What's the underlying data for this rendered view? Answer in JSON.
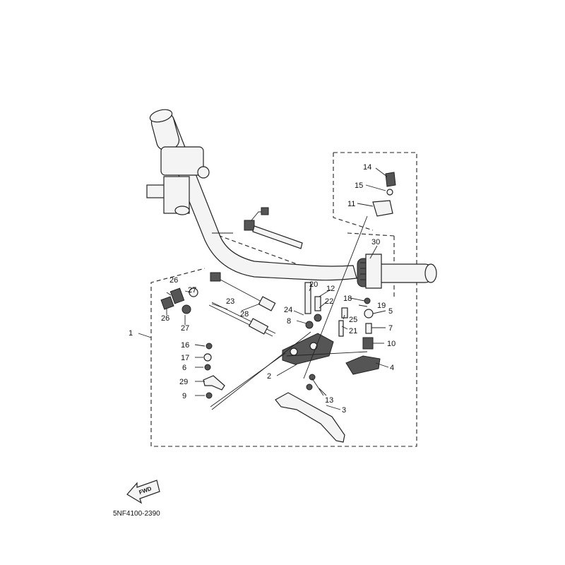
{
  "diagram_code": "5NF4100-2390",
  "fwd_label": "FWD",
  "callouts": {
    "c1": "1",
    "c2": "2",
    "c3": "3",
    "c4": "4",
    "c5": "5",
    "c6": "6",
    "c7": "7",
    "c8": "8",
    "c9": "9",
    "c10": "10",
    "c11": "11",
    "c12": "12",
    "c13": "13",
    "c14": "14",
    "c15": "15",
    "c16": "16",
    "c17": "17",
    "c18": "18",
    "c19": "19",
    "c20": "20",
    "c21": "21",
    "c22": "22",
    "c23": "23",
    "c24": "24",
    "c25": "25",
    "c26a": "26",
    "c26b": "26",
    "c27a": "27",
    "c27b": "27",
    "c28": "28",
    "c29": "29",
    "c30": "30"
  }
}
